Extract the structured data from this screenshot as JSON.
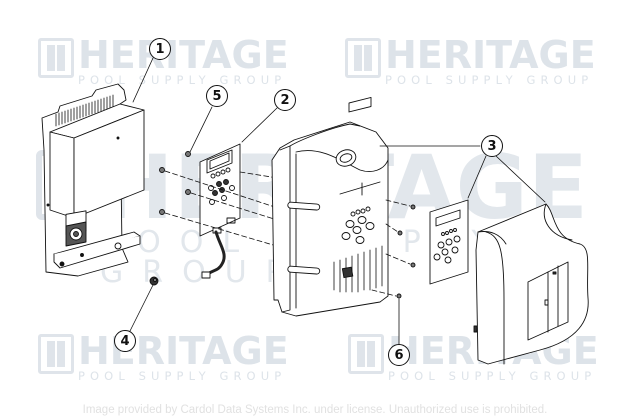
{
  "diagram": {
    "type": "exploded-parts-diagram",
    "subject": "Salt chlorinator control box assembly",
    "callouts": [
      {
        "number": "1",
        "label": "1",
        "part": "power-supply-box-with-back-plate-and-fan"
      },
      {
        "number": "2",
        "label": "2",
        "part": "display-circuit-board-with-cable"
      },
      {
        "number": "3",
        "label": "3",
        "part": "front-housing-keypad-overlay-and-cover"
      },
      {
        "number": "4",
        "label": "4",
        "part": "strain-relief-nut"
      },
      {
        "number": "5",
        "label": "5",
        "part": "pcb-screw"
      },
      {
        "number": "6",
        "label": "6",
        "part": "housing-screw"
      }
    ]
  },
  "watermarks": [
    {
      "title": "HERITAGE",
      "subtitle": "POOL SUPPLY GROUP",
      "position": "top-left"
    },
    {
      "title": "HERITAGE",
      "subtitle": "POOL SUPPLY GROUP",
      "position": "top-right"
    },
    {
      "title": "HERITAGE",
      "subtitle": "POOL SUPPLY GROUP",
      "position": "center-large"
    },
    {
      "title": "HERITAGE",
      "subtitle": "POOL SUPPLY GROUP",
      "position": "bottom-left"
    },
    {
      "title": "HERITAGE",
      "subtitle": "POOL SUPPLY GROUP",
      "position": "bottom-right"
    }
  ],
  "footer": {
    "copyright": "Image provided by Cardol Data Systems Inc. under license. Unauthorized use is prohibited."
  },
  "colors": {
    "line": "#111111",
    "watermark": "#dde3e9",
    "footer_text": "#e1e1e1",
    "background": "#ffffff"
  }
}
